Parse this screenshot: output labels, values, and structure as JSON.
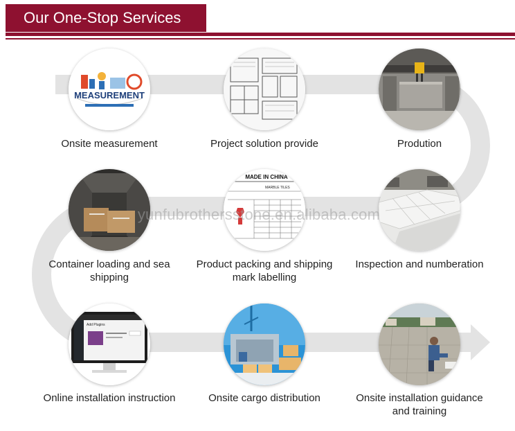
{
  "header": {
    "title": "Our One-Stop Services",
    "accent_color": "#8e1130"
  },
  "flow": {
    "path_color": "#e3e3e3"
  },
  "watermark": "yunfubrothersstone.en.alibaba.com",
  "services": [
    {
      "label": "Onsite measurement",
      "icon": "measurement-icon",
      "icon_text": "MEASUREMENT"
    },
    {
      "label": "Project solution provide",
      "icon": "blueprint-icon"
    },
    {
      "label": "Prodution",
      "icon": "factory-crane-icon"
    },
    {
      "label": "Inspection and numberation",
      "icon": "stone-slabs-icon"
    },
    {
      "label": "Product packing and shipping mark labelling",
      "icon": "shipping-mark-icon",
      "icon_text": {
        "heading": "MADE IN CHINA",
        "field": "MARBLE TILES"
      }
    },
    {
      "label": "Container loading and sea shipping",
      "icon": "container-icon"
    },
    {
      "label": "Online installation instruction",
      "icon": "computer-monitor-icon",
      "icon_text": {
        "tab": "Add Plugins"
      }
    },
    {
      "label": "Onsite cargo distribution",
      "icon": "warehouse-icon"
    },
    {
      "label": "Onsite installation guidance and training",
      "icon": "worker-paving-icon"
    }
  ]
}
